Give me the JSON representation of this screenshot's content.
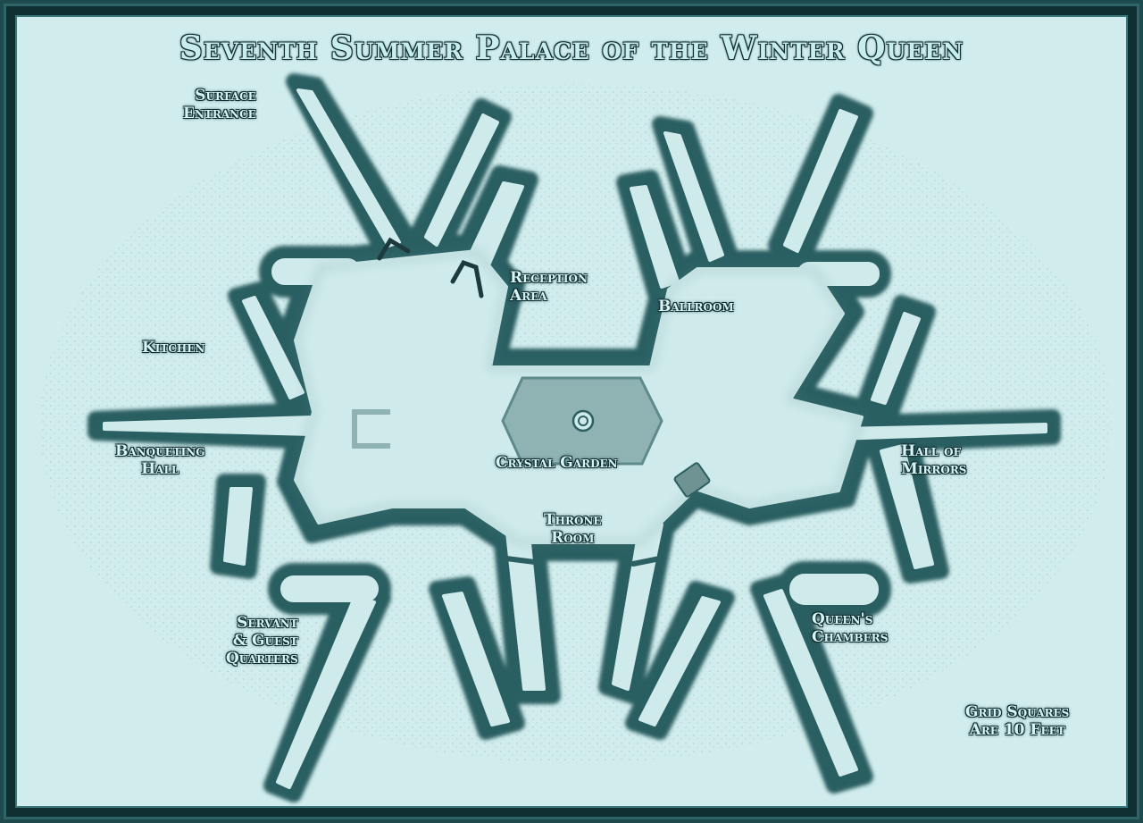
{
  "map": {
    "title": "Seventh Summer Palace of the Winter Queen",
    "labels": {
      "surface_entrance": [
        "Surface",
        "Entrance"
      ],
      "reception_area": [
        "Reception",
        "Area"
      ],
      "ballroom": [
        "Ballroom"
      ],
      "kitchen": [
        "Kitchen"
      ],
      "banqueting_hall": [
        "Banqueting",
        "Hall"
      ],
      "crystal_garden": [
        "Crystal Garden"
      ],
      "hall_of_mirrors": [
        "Hall of",
        "Mirrors"
      ],
      "throne_room": [
        "Throne",
        "Room"
      ],
      "servant_guest_quarters": [
        "Servant",
        "& Guest",
        "Quarters"
      ],
      "queens_chambers": [
        "Queen's",
        "Chambers"
      ],
      "grid_note": [
        "Grid Squares",
        "Are 10 Feet"
      ]
    },
    "colors": {
      "background": "#d1ecec",
      "cave_floor": "#cfeaea",
      "cave_wall": "#2c5f62",
      "frame": "#0f2f32",
      "garden": "#8fb3b3"
    }
  }
}
